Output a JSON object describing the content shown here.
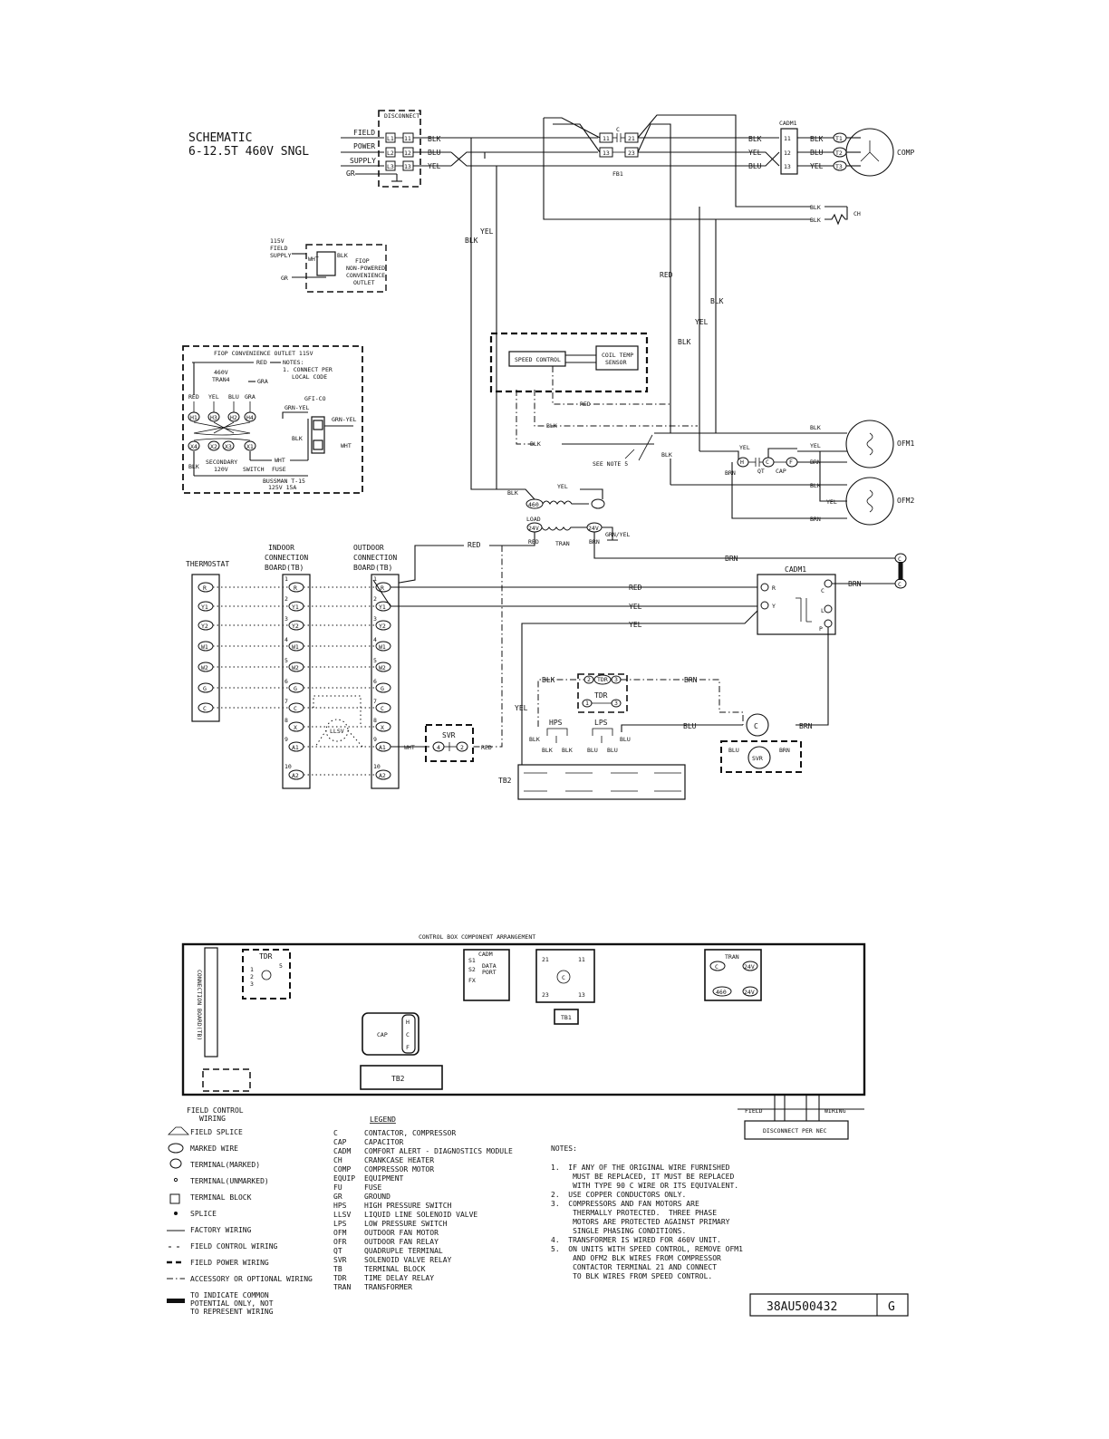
{
  "title": {
    "line1": "SCHEMATIC",
    "line2": "6-12.5T 460V SNGL"
  },
  "field_power": {
    "l1": "FIELD",
    "l2": "POWER",
    "l3": "SUPPLY",
    "gr": "GR",
    "disconnect": "DISCONNECT",
    "terms": [
      "L1",
      "L2",
      "L3"
    ],
    "outs": [
      "11",
      "12",
      "13"
    ]
  },
  "wires": {
    "blk": "BLK",
    "blu": "BLU",
    "yel": "YEL",
    "red": "RED",
    "brn": "BRN",
    "wht": "WHT",
    "gra": "GRA",
    "grn_yel": "GRN-YEL",
    "grn_yel2": "GRN/YEL"
  },
  "contactor": {
    "c": "C",
    "fb1": "FB1",
    "terms": [
      "11",
      "21",
      "13",
      "23"
    ]
  },
  "cadm_top": {
    "label": "CADM1",
    "terms": [
      "11",
      "12",
      "13"
    ],
    "motor_terms": [
      "T1",
      "T2",
      "T3"
    ],
    "comp": "COMP"
  },
  "ch": "CH",
  "outlet_small": {
    "l1": "115V",
    "l2": "FIELD",
    "l3": "SUPPLY",
    "gr": "GR",
    "wht": "WHT",
    "blk": "BLK",
    "f1": "FIOP",
    "f2": "NON-POWERED",
    "f3": "CONVENIENCE",
    "f4": "OUTLET"
  },
  "fiop": {
    "title": "FIOP CONVENIENCE OUTLET 115V",
    "red": "RED",
    "notes": "NOTES:",
    "note1": "1. CONNECT PER",
    "note2": "LOCAL CODE",
    "v460": "460V",
    "tran4": "TRAN4",
    "gra": "GRA",
    "gfci": "GFI-CO",
    "h": [
      "H1",
      "H3",
      "H2",
      "H4"
    ],
    "x": [
      "X4",
      "X2",
      "X3",
      "X1"
    ],
    "secondary": "SECONDARY",
    "v120": "120V",
    "switch": "SWITCH",
    "fuse": "FUSE",
    "bussman": "BUSSMAN T-15",
    "rating": "125V 15A"
  },
  "speed": {
    "label": "SPEED CONTROL",
    "coil1": "COIL TEMP",
    "coil2": "SENSOR",
    "note": "SEE NOTE 5"
  },
  "ofm": {
    "ofm1": "OFM1",
    "ofm2": "OFM2",
    "qt": "QT",
    "cap": "CAP",
    "h": "H",
    "c": "C",
    "f": "F"
  },
  "tran": {
    "v460": "460",
    "load": "LOAD",
    "v24a": "24V",
    "v24b": "24V",
    "label": "TRAN"
  },
  "thermostat": {
    "label": "THERMOSTAT",
    "terms": [
      "R",
      "Y1",
      "Y2",
      "W1",
      "W2",
      "G",
      "C"
    ]
  },
  "indoor": {
    "l1": "INDOOR",
    "l2": "CONNECTION",
    "l3": "BOARD(TB)",
    "terms": [
      "R",
      "Y1",
      "Y2",
      "W1",
      "W2",
      "G",
      "C",
      "X",
      "A1",
      "A2"
    ],
    "nums": [
      "1",
      "2",
      "3",
      "4",
      "5",
      "6",
      "7",
      "8",
      "9",
      "10"
    ]
  },
  "outdoor": {
    "l1": "OUTDOOR",
    "l2": "CONNECTION",
    "l3": "BOARD(TB)"
  },
  "llsv": "LLSV",
  "svr": {
    "label": "SVR",
    "t4": "4",
    "t2": "2"
  },
  "cadm_box": {
    "label": "CADM1",
    "r": "R",
    "y": "Y",
    "c": "C",
    "l": "L",
    "p": "P"
  },
  "tdr": {
    "label": "TDR",
    "t2": "2",
    "t3": "3",
    "t1": "1"
  },
  "switches": {
    "hps": "HPS",
    "lps": "LPS"
  },
  "tb2": "TB2",
  "comp_c": "C",
  "cb_title": "CONTROL BOX COMPONENT ARRANGEMENT",
  "cb": {
    "conn": "CONNECTION BOARD(TB)",
    "tdr": "TDR",
    "tdr_nums": [
      "1",
      "2",
      "3",
      "5"
    ],
    "cadm": "CADM",
    "cadm_l": [
      "S1",
      "S2",
      "FX"
    ],
    "data1": "DATA",
    "data2": "PORT",
    "cap": "CAP",
    "cap_terms": [
      "H",
      "C",
      "F"
    ],
    "tb2": "TB2",
    "tb1": "TB1",
    "cont": [
      "21",
      "11",
      "23",
      "13",
      "C"
    ],
    "tran": "TRAN",
    "tran_t": [
      "C",
      "24V",
      "460",
      "24V"
    ],
    "field": "FIELD",
    "wiring": "WIRING",
    "disc": "DISCONNECT PER NEC"
  },
  "legend_sym": {
    "head1": "FIELD CONTROL",
    "head2": "WIRING",
    "items": [
      "FIELD SPLICE",
      "MARKED WIRE",
      "TERMINAL(MARKED)",
      "TERMINAL(UNMARKED)",
      "TERMINAL BLOCK",
      "SPLICE",
      "FACTORY WIRING",
      "FIELD CONTROL WIRING",
      "FIELD POWER WIRING",
      "ACCESSORY OR OPTIONAL WIRING",
      "TO INDICATE COMMON",
      "POTENTIAL ONLY, NOT",
      "TO REPRESENT WIRING"
    ]
  },
  "legend": {
    "head": "LEGEND",
    "rows": [
      [
        "C",
        "CONTACTOR, COMPRESSOR"
      ],
      [
        "CAP",
        "CAPACITOR"
      ],
      [
        "CADM",
        "COMFORT ALERT - DIAGNOSTICS MODULE"
      ],
      [
        "CH",
        "CRANKCASE HEATER"
      ],
      [
        "COMP",
        "COMPRESSOR MOTOR"
      ],
      [
        "EQUIP",
        "EQUIPMENT"
      ],
      [
        "FU",
        "FUSE"
      ],
      [
        "GR",
        "GROUND"
      ],
      [
        "HPS",
        "HIGH PRESSURE SWITCH"
      ],
      [
        "LLSV",
        "LIQUID LINE SOLENOID VALVE"
      ],
      [
        "LPS",
        "LOW PRESSURE SWITCH"
      ],
      [
        "OFM",
        "OUTDOOR FAN MOTOR"
      ],
      [
        "OFR",
        "OUTDOOR FAN RELAY"
      ],
      [
        "QT",
        "QUADRUPLE TERMINAL"
      ],
      [
        "SVR",
        "SOLENOID VALVE RELAY"
      ],
      [
        "TB",
        "TERMINAL BLOCK"
      ],
      [
        "TDR",
        "TIME DELAY RELAY"
      ],
      [
        "TRAN",
        "TRANSFORMER"
      ]
    ]
  },
  "notes": {
    "head": "NOTES:",
    "lines": [
      "1.  IF ANY OF THE ORIGINAL WIRE FURNISHED",
      "     MUST BE REPLACED, IT MUST BE REPLACED",
      "     WITH TYPE 90 C WIRE OR ITS EQUIVALENT.",
      "2.  USE COPPER CONDUCTORS ONLY.",
      "3.  COMPRESSORS AND FAN MOTORS ARE",
      "     THERMALLY PROTECTED.  THREE PHASE",
      "     MOTORS ARE PROTECTED AGAINST PRIMARY",
      "     SINGLE PHASING CONDITIONS.",
      "4.  TRANSFORMER IS WIRED FOR 460V UNIT.",
      "5.  ON UNITS WITH SPEED CONTROL, REMOVE OFM1",
      "     AND OFM2 BLK WIRES FROM COMPRESSOR",
      "     CONTACTOR TERMINAL 21 AND CONNECT",
      "     TO BLK WIRES FROM SPEED CONTROL."
    ]
  },
  "drawing": {
    "number": "38AU500432",
    "rev": "G"
  }
}
